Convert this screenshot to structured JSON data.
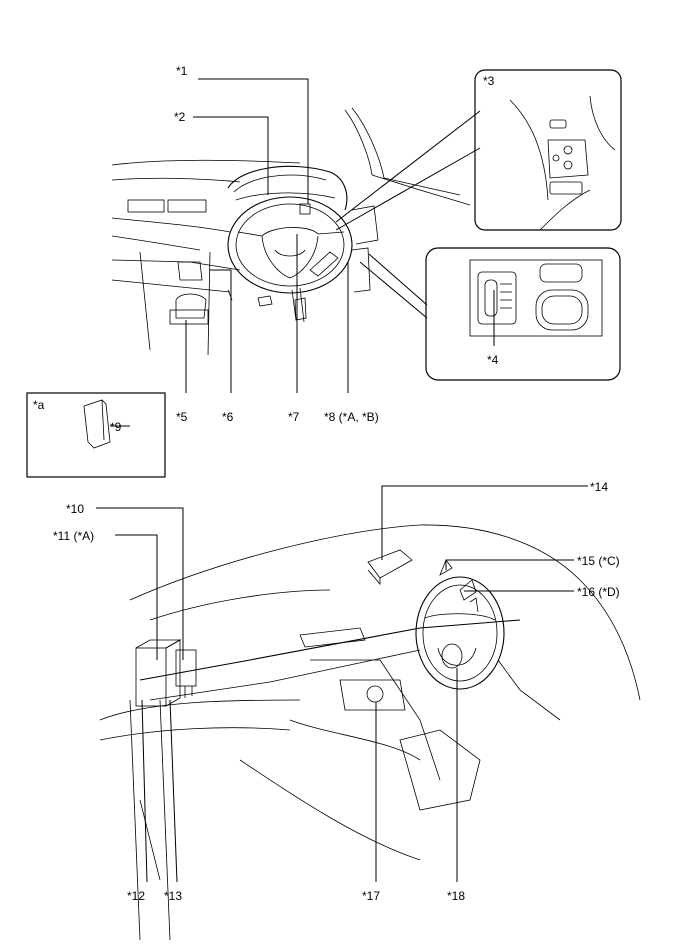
{
  "labels": {
    "l1": "*1",
    "l2": "*2",
    "l3": "*3",
    "l4": "*4",
    "l5": "*5",
    "l6": "*6",
    "l7": "*7",
    "l8": "*8 (*A, *B)",
    "l9": "*9",
    "la": "*a",
    "l10": "*10",
    "l11": "*11 (*A)",
    "l12": "*12",
    "l13": "*13",
    "l14": "*14",
    "l15": "*15 (*C)",
    "l16": "*16 (*D)",
    "l17": "*17",
    "l18": "*18"
  }
}
